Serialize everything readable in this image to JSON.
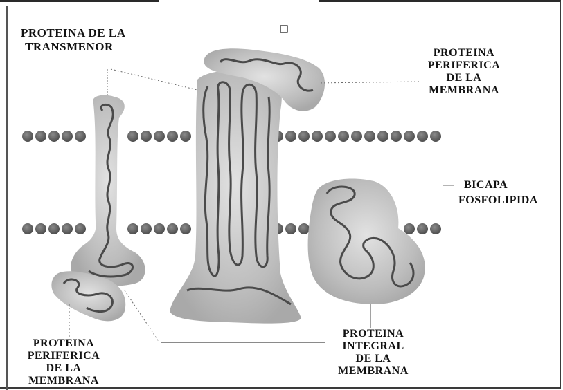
{
  "labels": {
    "transmembrane": [
      "PROTEINA DE LA",
      "TRANSMENOR"
    ],
    "peripheral_top": [
      "PROTEINA",
      "PERIFERICA",
      "DE LA",
      "MEMBRANA"
    ],
    "bilayer": [
      "BICAPA",
      "FOSFOLIPIDA"
    ],
    "integral": [
      "PROTEINA",
      "INTEGRAL",
      "DE LA",
      "MEMBRANA"
    ],
    "peripheral_bottom": [
      "PROTEINA",
      "PERIFERICA",
      "DE LA",
      "MEMBRANA"
    ]
  },
  "colors": {
    "protein_fill": "#b9b9b9",
    "protein_light": "#dcdcdc",
    "chain": "#4a4a4a",
    "phospholipid_head": "#5e5e5e",
    "pointer": "#6a6a6a"
  },
  "icons": {
    "small_square": "small-square-icon"
  }
}
